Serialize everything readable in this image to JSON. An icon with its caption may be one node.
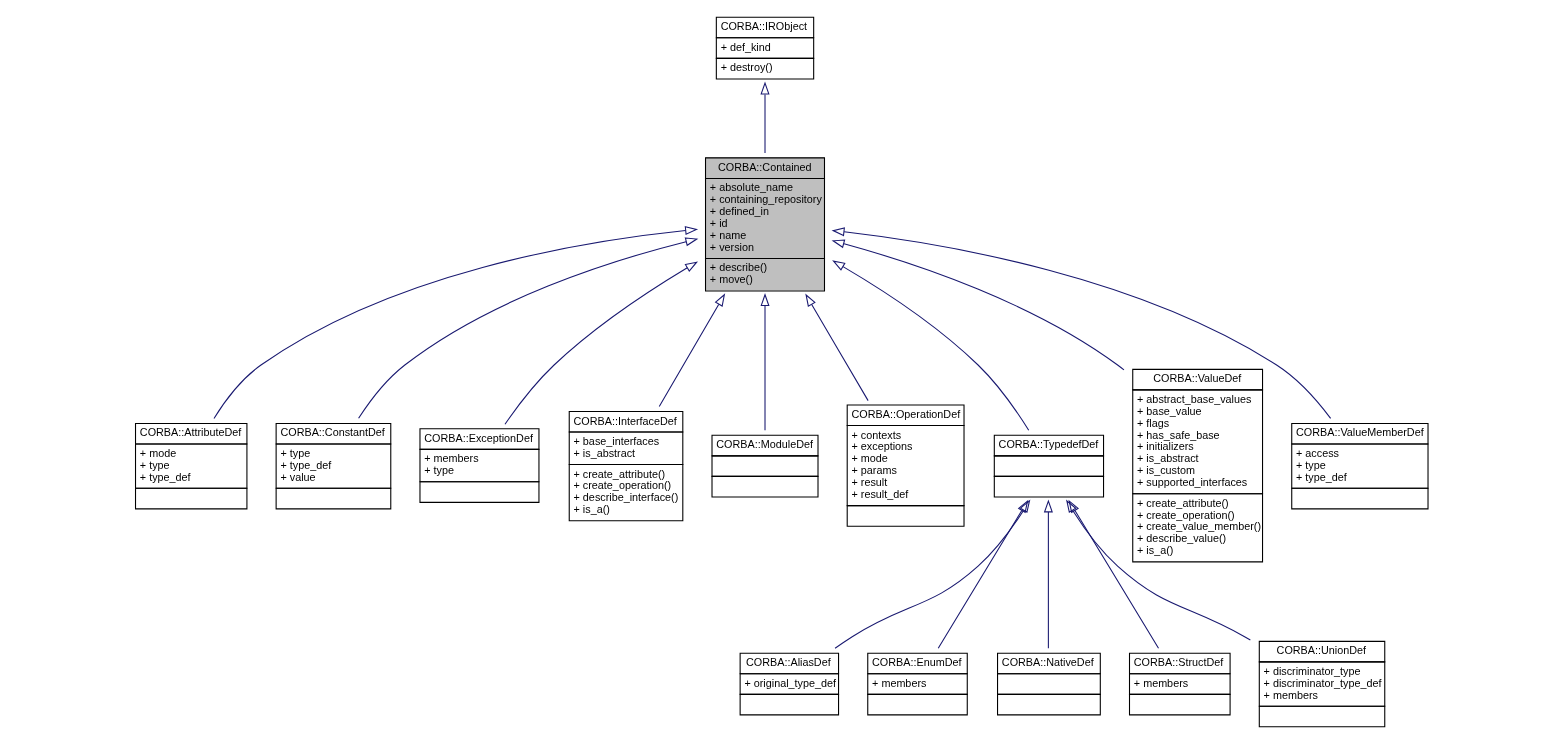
{
  "diagram": {
    "nodes": [
      {
        "text": [
          "CORBA::IRObject",
          "+ def_kind",
          "+ destroy()"
        ]
      },
      {
        "text": [
          "CORBA::Contained",
          "+ absolute_name",
          "+ containing_repository",
          "+ defined_in",
          "+ id",
          "+ name",
          "+ version",
          "+ describe()",
          "+ move()"
        ]
      },
      {
        "text": [
          "CORBA::AttributeDef",
          "+ mode",
          "+ type",
          "+ type_def"
        ]
      },
      {
        "text": [
          "CORBA::ConstantDef",
          "+ type",
          "+ type_def",
          "+ value"
        ]
      },
      {
        "text": [
          "CORBA::ExceptionDef",
          "+ members",
          "+ type"
        ]
      },
      {
        "text": [
          "CORBA::InterfaceDef",
          "+ base_interfaces",
          "+ is_abstract",
          "+ create_attribute()",
          "+ create_operation()",
          "+ describe_interface()",
          "+ is_a()"
        ]
      },
      {
        "text": [
          "CORBA::ModuleDef"
        ]
      },
      {
        "text": [
          "CORBA::OperationDef",
          "+ contexts",
          "+ exceptions",
          "+ mode",
          "+ params",
          "+ result",
          "+ result_def"
        ]
      },
      {
        "text": [
          "CORBA::TypedefDef"
        ]
      },
      {
        "text": [
          "CORBA::ValueDef",
          "+ abstract_base_values",
          "+ base_value",
          "+ flags",
          "+ has_safe_base",
          "+ initializers",
          "+ is_abstract",
          "+ is_custom",
          "+ supported_interfaces",
          "+ create_attribute()",
          "+ create_operation()",
          "+ create_value_member()",
          "+ describe_value()",
          "+ is_a()"
        ]
      },
      {
        "text": [
          "CORBA::ValueMemberDef",
          "+ access",
          "+ type",
          "+ type_def"
        ]
      },
      {
        "text": [
          "CORBA::AliasDef",
          "+ original_type_def"
        ]
      },
      {
        "text": [
          "CORBA::EnumDef",
          "+ members"
        ]
      },
      {
        "text": [
          "CORBA::NativeDef"
        ]
      },
      {
        "text": [
          "CORBA::StructDef",
          "+ members"
        ]
      },
      {
        "text": [
          "CORBA::UnionDef",
          "+ discriminator_type",
          "+ discriminator_type_def",
          "+ members"
        ]
      }
    ],
    "edges": [
      {
        "from": 1,
        "to": 0,
        "arrow": "to"
      },
      {
        "from": 2,
        "to": 1,
        "arrow": "to"
      },
      {
        "from": 3,
        "to": 1,
        "arrow": "to"
      },
      {
        "from": 4,
        "to": 1,
        "arrow": "to"
      },
      {
        "from": 5,
        "to": 1,
        "arrow": "to"
      },
      {
        "from": 6,
        "to": 1,
        "arrow": "to"
      },
      {
        "from": 7,
        "to": 1,
        "arrow": "to"
      },
      {
        "from": 8,
        "to": 1,
        "arrow": "to"
      },
      {
        "from": 9,
        "to": 1,
        "arrow": "to"
      },
      {
        "from": 10,
        "to": 1,
        "arrow": "to"
      },
      {
        "from": 11,
        "to": 8,
        "arrow": "to"
      },
      {
        "from": 12,
        "to": 8,
        "arrow": "to"
      },
      {
        "from": 13,
        "to": 8,
        "arrow": "to"
      },
      {
        "from": 14,
        "to": 8,
        "arrow": "to"
      },
      {
        "from": 15,
        "to": 8,
        "arrow": "to"
      }
    ]
  }
}
